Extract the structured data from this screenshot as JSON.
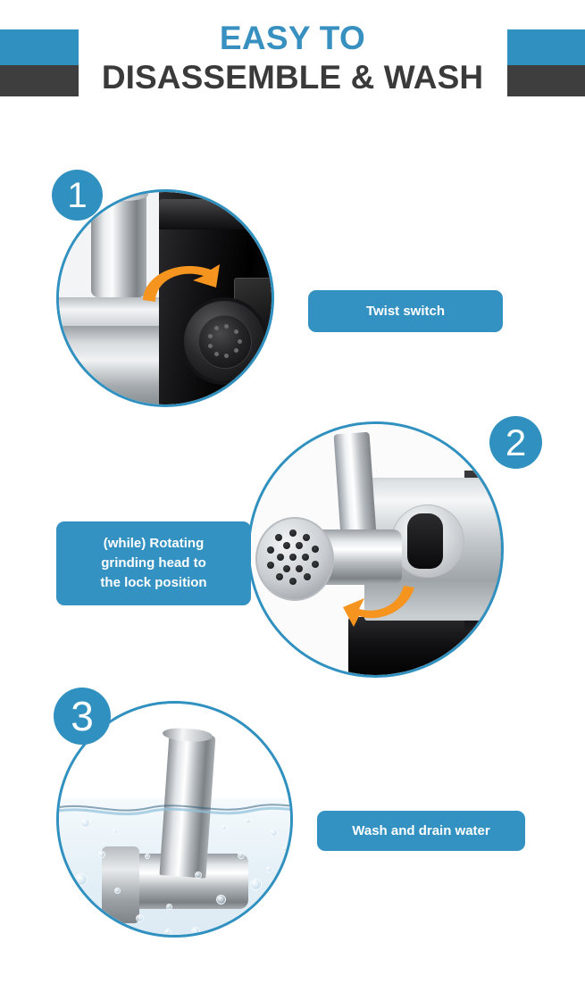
{
  "header": {
    "title_line1": "EASY TO",
    "title_line2": "DISASSEMBLE & WASH",
    "accent_blue": "#3091c0",
    "dark_gray": "#3e3e3e"
  },
  "steps": [
    {
      "number": "1",
      "label": "Twist switch",
      "arrow_color": "#f5941f",
      "arrow_direction": "clockwise-right"
    },
    {
      "number": "2",
      "label_line1": "(while) Rotating",
      "label_line2": "grinding head to",
      "label_line3": "the lock position",
      "arrow_color": "#f5941f",
      "arrow_direction": "counter-clockwise-left"
    },
    {
      "number": "3",
      "label": "Wash and drain water",
      "arrow_color": "",
      "arrow_direction": ""
    }
  ]
}
